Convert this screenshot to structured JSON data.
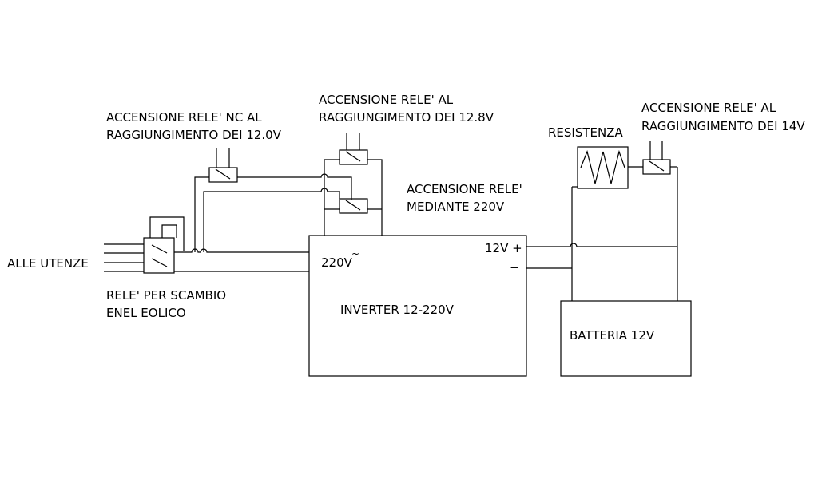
{
  "colors": {
    "line": "#000000",
    "background": "#ffffff"
  },
  "labels": {
    "relay_nc_line1": "ACCENSIONE RELE' NC AL",
    "relay_nc_line2": "RAGGIUNGIMENTO DEI 12.0V",
    "relay_12_8_line1": "ACCENSIONE RELE' AL",
    "relay_12_8_line2": "RAGGIUNGIMENTO DEI 12.8V",
    "relay_220_line1": "ACCENSIONE RELE'",
    "relay_220_line2": "MEDIANTE 220V",
    "resistance": "RESISTENZA",
    "relay_14_line1": "ACCENSIONE RELE' AL",
    "relay_14_line2": "RAGGIUNGIMENTO DEI 14V",
    "loads": "ALLE UTENZE",
    "changeover_line1": "RELE' PER SCAMBIO",
    "changeover_line2": "ENEL EOLICO",
    "inverter_ac": "220V",
    "inverter_ac_symbol": "~",
    "inverter_dc_plus": "12V +",
    "inverter_dc_minus": "−",
    "inverter": "INVERTER 12-220V",
    "battery": "BATTERIA 12V"
  }
}
